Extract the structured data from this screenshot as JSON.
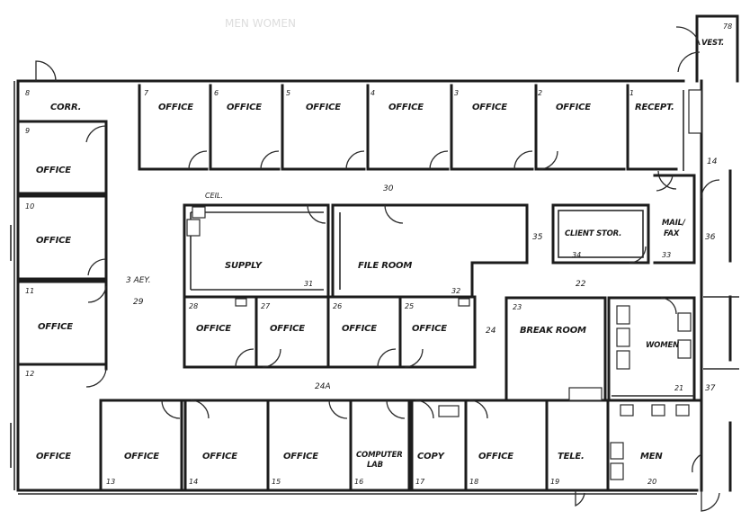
{
  "header_faint": "MEN WOMEN",
  "rooms": {
    "r1": {
      "num": "1",
      "label": "RECEPT."
    },
    "r2": {
      "num": "2",
      "label": "OFFICE"
    },
    "r3": {
      "num": "3",
      "label": "OFFICE"
    },
    "r4": {
      "num": "4",
      "label": "OFFICE"
    },
    "r5": {
      "num": "5",
      "label": "OFFICE"
    },
    "r6": {
      "num": "6",
      "label": "OFFICE"
    },
    "r7": {
      "num": "7",
      "label": "OFFICE"
    },
    "r8": {
      "num": "8",
      "label": "CORR."
    },
    "r9": {
      "num": "9",
      "label": "OFFICE"
    },
    "r10": {
      "num": "10",
      "label": "OFFICE"
    },
    "r11": {
      "num": "11",
      "label": "OFFICE"
    },
    "r12": {
      "num": "12",
      "label": "OFFICE"
    },
    "r13": {
      "num": "13",
      "label": "OFFICE"
    },
    "r14": {
      "num": "14",
      "label": "OFFICE"
    },
    "r15": {
      "num": "15",
      "label": "OFFICE"
    },
    "r16": {
      "num": "16",
      "label": "COMPUTER",
      "label2": "LAB"
    },
    "r17": {
      "num": "17",
      "label": "COPY"
    },
    "r18": {
      "num": "18",
      "label": "OFFICE"
    },
    "r19": {
      "num": "19",
      "label": "TELE."
    },
    "r20": {
      "num": "20",
      "label": "MEN"
    },
    "r21": {
      "num": "21",
      "label": "WOMEN"
    },
    "r23": {
      "num": "23",
      "label": "BREAK ROOM"
    },
    "r25": {
      "num": "25",
      "label": "OFFICE"
    },
    "r26": {
      "num": "26",
      "label": "OFFICE"
    },
    "r27": {
      "num": "27",
      "label": "OFFICE"
    },
    "r28": {
      "num": "28",
      "label": "OFFICE"
    },
    "r31": {
      "num": "31",
      "label": "SUPPLY"
    },
    "r32": {
      "num": "32",
      "label": "FILE ROOM"
    },
    "r33": {
      "num": "33",
      "label": "MAIL/",
      "label2": "FAX"
    },
    "r34": {
      "num": "34",
      "label": "CLIENT STOR."
    },
    "r78": {
      "num": "78",
      "label": "VEST."
    }
  },
  "areas": {
    "lobby": "3 AEY.",
    "lobby_num": "29",
    "a30": "30",
    "a22": "22",
    "a24": "24",
    "a24a": "24A",
    "a35": "35",
    "a36": "36",
    "a37": "37",
    "a14": "14",
    "supply_tag": "CEIL."
  }
}
